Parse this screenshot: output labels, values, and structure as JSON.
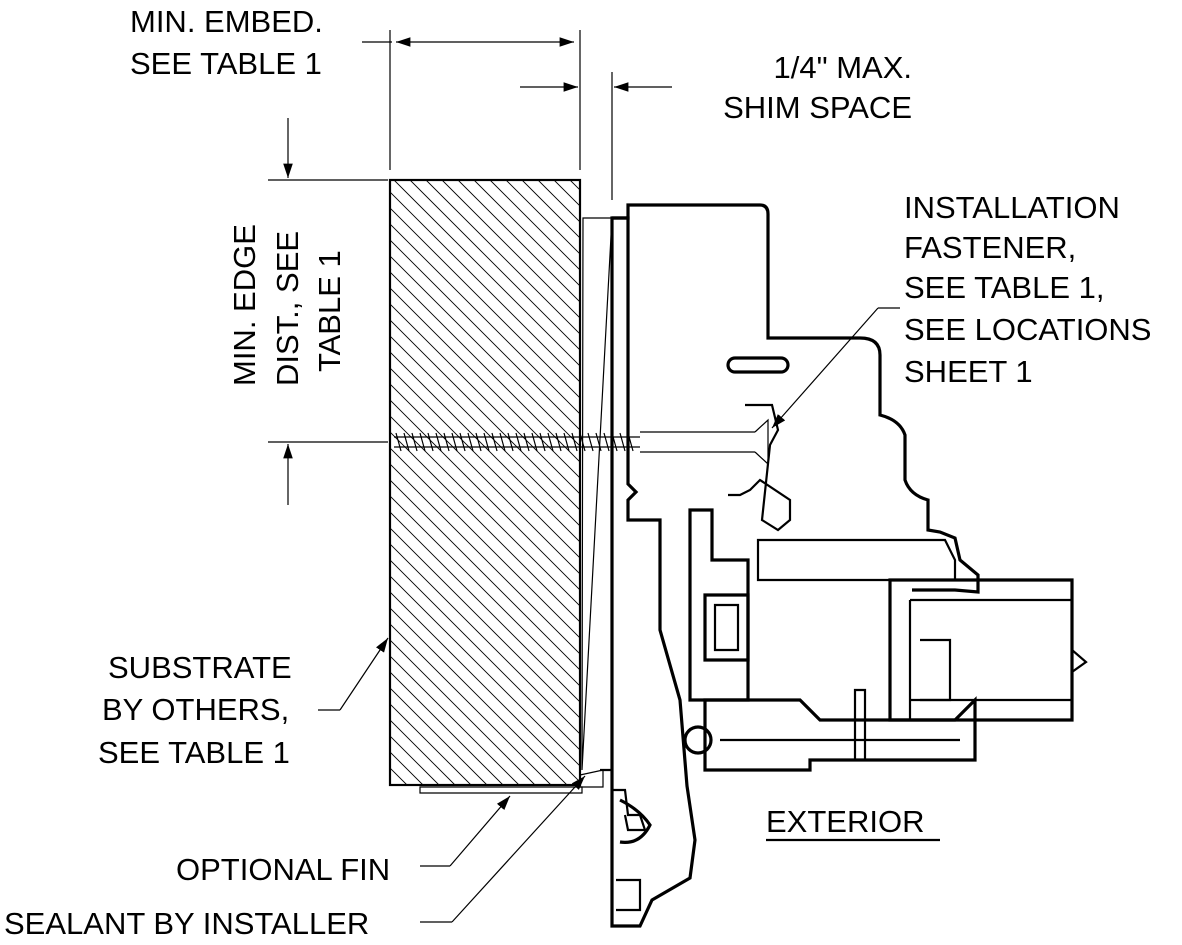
{
  "labels": {
    "min_embed": [
      "MIN. EMBED.",
      "SEE TABLE 1"
    ],
    "shim_space": [
      "1/4\" MAX.",
      "SHIM  SPACE"
    ],
    "min_edge": [
      "MIN. EDGE",
      "DIST., SEE",
      "TABLE 1"
    ],
    "installation_fastener": [
      "INSTALLATION",
      "FASTENER,",
      "SEE TABLE 1,",
      "SEE LOCATIONS",
      "SHEET 1"
    ],
    "substrate": [
      "SUBSTRATE",
      "BY OTHERS,",
      "SEE TABLE 1"
    ],
    "exterior": "EXTERIOR",
    "optional_fin": "OPTIONAL FIN",
    "sealant": "SEALANT BY INSTALLER"
  }
}
